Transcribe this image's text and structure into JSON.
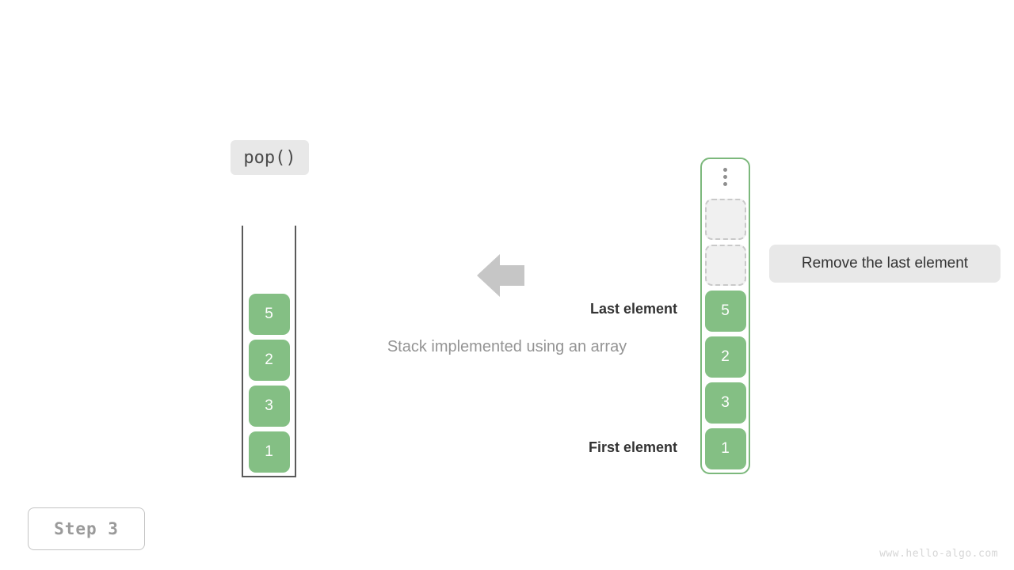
{
  "operation": {
    "label": "pop()"
  },
  "stack": {
    "name": "stack-visual",
    "caption": "Stack implemented using an array",
    "items": [
      {
        "value": "5"
      },
      {
        "value": "2"
      },
      {
        "value": "3"
      },
      {
        "value": "1"
      }
    ]
  },
  "array": {
    "name": "array-visual",
    "ellipsis_icon": "vertical-ellipsis-icon",
    "empty_slots": 2,
    "items": [
      {
        "value": "5"
      },
      {
        "value": "2"
      },
      {
        "value": "3"
      },
      {
        "value": "1"
      }
    ]
  },
  "labels": {
    "last_element": "Last element",
    "first_element": "First element"
  },
  "callout": {
    "text": "Remove the last element"
  },
  "arrow": {
    "icon": "arrow-left-icon",
    "direction": "left"
  },
  "step": {
    "label": "Step 3"
  },
  "watermark": {
    "text": "www.hello-algo.com"
  },
  "colors": {
    "element_green": "#84bf84",
    "array_border_green": "#7cb87c",
    "stack_border_gray": "#5a5a5a",
    "chip_background": "#e8e8e8",
    "caption_gray": "#949494",
    "empty_slot_fill": "#f0f0f0",
    "empty_slot_border": "#c9c9c9",
    "arrow_gray": "#c6c6c6",
    "watermark_gray": "#d6d6d6"
  }
}
